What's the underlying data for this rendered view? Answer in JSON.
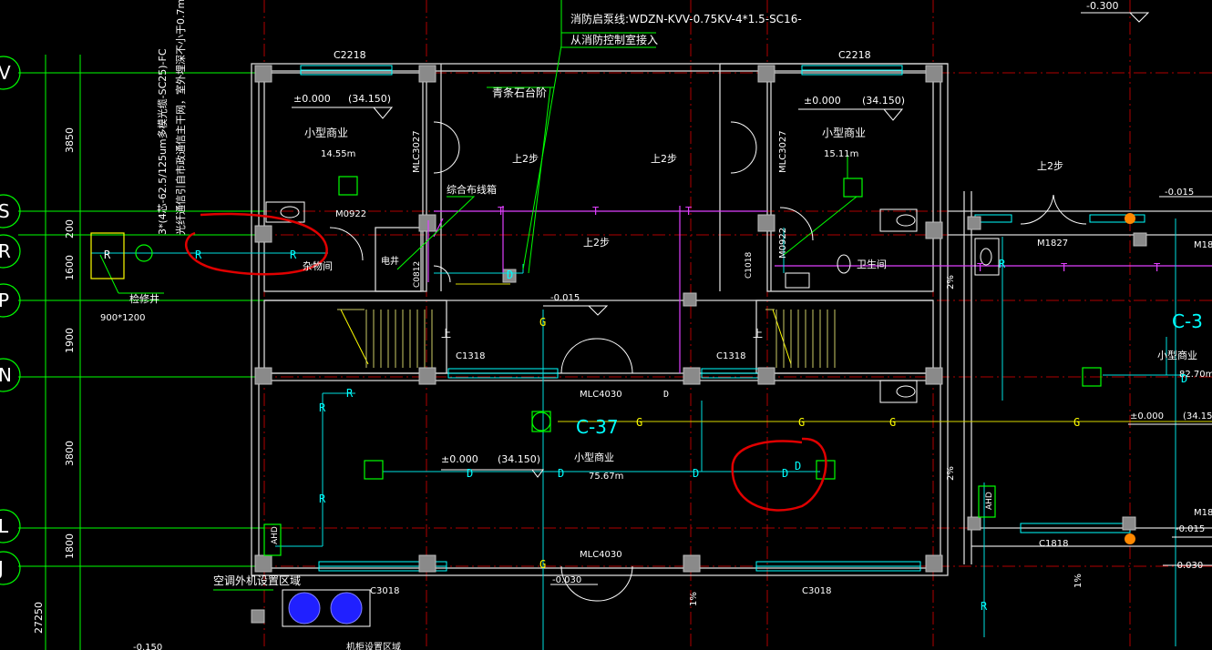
{
  "drawing": {
    "grid_axes": [
      "V",
      "S",
      "R",
      "P",
      "N",
      "L",
      "J"
    ],
    "dims": [
      "3850",
      "200",
      "1600",
      "1900",
      "3800",
      "1800",
      "27250"
    ],
    "cable_note_1": "消防启泵线:WDZN-KVV-0.75KV-4*1.5-SC16-",
    "cable_note_2": "从消防控制室接入",
    "vertical_note_1": "3*(4芯-62.5/125um多模光缆-SC25)-FC",
    "vertical_note_2": "光纤通信引自市政通信主干网，室外埋深不小于0.7m;",
    "window_top_left": "C2218",
    "window_top_right": "C2218",
    "elev_left": "±0.000",
    "elev_left_abs": "(34.150)",
    "elev_right": "±0.000",
    "elev_right_abs": "(34.150)",
    "elev_top_right": "-0.300",
    "room_shop": "小型商业",
    "area_left": "14.55m",
    "area_right": "15.11m",
    "area_center": "75.67m",
    "area_far_right": "82.70m",
    "door_mlc3027_left": "MLC3027",
    "door_mlc3027_right": "MLC3027",
    "stone_steps": "青条石台阶",
    "up2": "上2步",
    "up": "上",
    "m0922_left": "M0922",
    "m0922_right": "M0922",
    "integrated_box": "综合布线箱",
    "storage": "杂物间",
    "toilet": "卫生间",
    "elec_well": "电井",
    "m1827": "M1827",
    "m18_clip": "M18",
    "elev_neg015_a": "-0.015",
    "elev_neg015_b": "-0.015",
    "elev_neg015_c": "-0.015",
    "elev_neg030_a": "-0.030",
    "elev_neg030_b": "-0.030",
    "elev_neg150": "-0.150",
    "inspection_well": "检修井",
    "well_size": "900*1200",
    "c1318_left": "C1318",
    "c1318_right": "C1318",
    "mlc4030_top": "MLC4030",
    "mlc4030_bottom": "MLC4030",
    "c37_center": "C-37",
    "c37_right": "C-3",
    "c3018_left": "C3018",
    "c3018_right": "C3018",
    "c1818": "C1818",
    "c1018": "C1018",
    "c0812": "C0812",
    "slope": "2%",
    "slope_b": "1%",
    "ahd": "AHD",
    "ac_area": "空调外机设置区域",
    "elev_center": "±0.000",
    "elev_center_abs": "(34.150)",
    "elev_far_right": "±0.000",
    "elev_far_right_abs": "(34.15",
    "sym_t": "T",
    "sym_g": "G",
    "sym_d": "D",
    "sym_r": "R",
    "bottom_clip": "机柜设置区域"
  },
  "colors": {
    "background": "#000000",
    "wall": "#d8d8d8",
    "axis": "#00ff00",
    "grid_line": "#c00000",
    "window": "#00ffff",
    "purple_line": "#e040ff",
    "yellow": "#ffff00",
    "markup": "#e00000",
    "door": "#ffffff",
    "column": "#888888"
  }
}
